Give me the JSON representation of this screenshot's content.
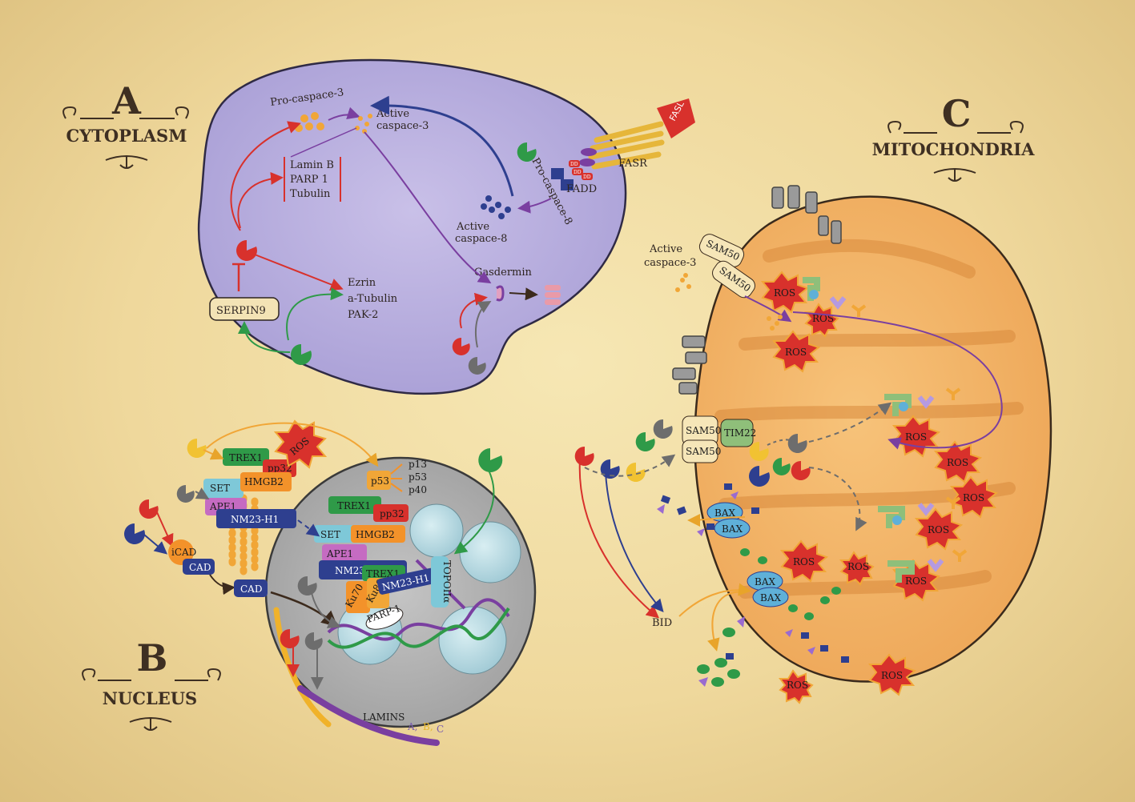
{
  "panels": {
    "a": {
      "letter": "A",
      "title": "CYTOPLASM"
    },
    "b": {
      "letter": "B",
      "title": "NUCLEUS"
    },
    "c": {
      "letter": "C",
      "title": "MITOCHONDRIA"
    }
  },
  "cytoplasm": {
    "procaspase3": "Pro-caspace-3",
    "active3_line1": "Active",
    "active3_line2": "caspace-3",
    "lamin_b": "Lamin B",
    "parp1": "PARP 1",
    "tubulin": "Tubulin",
    "ezrin": "Ezrin",
    "a_tubulin": "a-Tubulin",
    "pak2": "PAK-2",
    "serpin9": "SERPIN9",
    "fasl": "FASL",
    "fasr": "FASR",
    "fadd": "FADD",
    "dd": "DD",
    "procaspase8": "Pro-caspace-8",
    "active8_line1": "Active",
    "active8_line2": "caspace-8",
    "gasdermin": "Gasdermin"
  },
  "nucleus": {
    "ros": "ROS",
    "trex1": "TREX1",
    "pp32": "pp32",
    "set": "SET",
    "hmgb2": "HMGB2",
    "ape1": "APE1",
    "nm23": "NM23-H1",
    "p53": "p53",
    "p13": "p13",
    "p53b": "p53",
    "p40": "p40",
    "icad": "iCAD",
    "cad": "CAD",
    "ku70": "Ku70",
    "ku80": "Ku80",
    "topo": "TOPOIIα",
    "parp1": "PARP-1",
    "lamins": "LAMINS",
    "lamin_a": "A,",
    "lamin_b": "B,",
    "lamin_c": "C"
  },
  "mito": {
    "active3_line1": "Active",
    "active3_line2": "caspace-3",
    "sam50": "SAM50",
    "tim22": "TIM22",
    "ros": "ROS",
    "bax": "BAX",
    "bid": "BID"
  }
}
